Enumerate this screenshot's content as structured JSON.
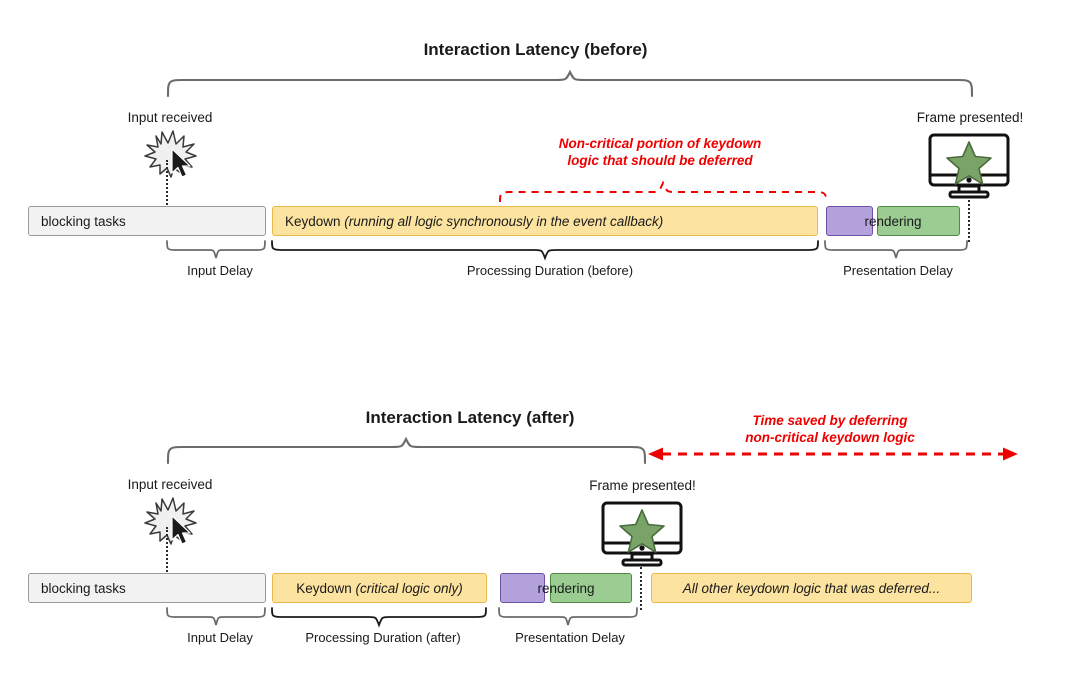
{
  "diagram": {
    "title_before": "Interaction Latency (before)",
    "title_after": "Interaction Latency (after)"
  },
  "before": {
    "title": "Interaction Latency (before)",
    "input_caption": "Input received",
    "frame_caption": "Frame presented!",
    "annotation_line1": "Non-critical portion of keydown",
    "annotation_line2": "logic that should be deferred",
    "bars": {
      "blocking": "blocking tasks",
      "keydown_prefix": "Keydown ",
      "keydown_italic": "(running all logic synchronously in the event callback)",
      "rendering": "rendering"
    },
    "brace_labels": {
      "input_delay": "Input Delay",
      "processing": "Processing Duration (before)",
      "presentation": "Presentation Delay"
    }
  },
  "after": {
    "title": "Interaction Latency (after)",
    "input_caption": "Input received",
    "frame_caption": "Frame presented!",
    "annotation_line1": "Time saved by deferring",
    "annotation_line2": "non-critical keydown logic",
    "bars": {
      "blocking": "blocking tasks",
      "keydown_prefix": "Keydown ",
      "keydown_italic": "(critical logic only)",
      "rendering": "rendering",
      "deferred": "All other keydown logic that was deferred..."
    },
    "brace_labels": {
      "input_delay": "Input Delay",
      "processing": "Processing Duration (after)",
      "presentation": "Presentation Delay"
    }
  },
  "icons": {
    "burst": "click-burst-icon",
    "cursor": "mouse-cursor-icon",
    "monitor": "monitor-icon",
    "star": "star-icon"
  },
  "colors": {
    "yellow_fill": "#fce3a0",
    "yellow_border": "#e9b949",
    "purple_fill": "#b4a2dd",
    "purple_border": "#6f4fa8",
    "green_fill": "#9bcc92",
    "green_border": "#4f8a45",
    "grey_fill": "#f2f2f2",
    "grey_border": "#9a9a9a",
    "accent_red": "#ef0000",
    "brace_grey": "#6b6b6b",
    "brace_dark": "#1a1a1a"
  }
}
